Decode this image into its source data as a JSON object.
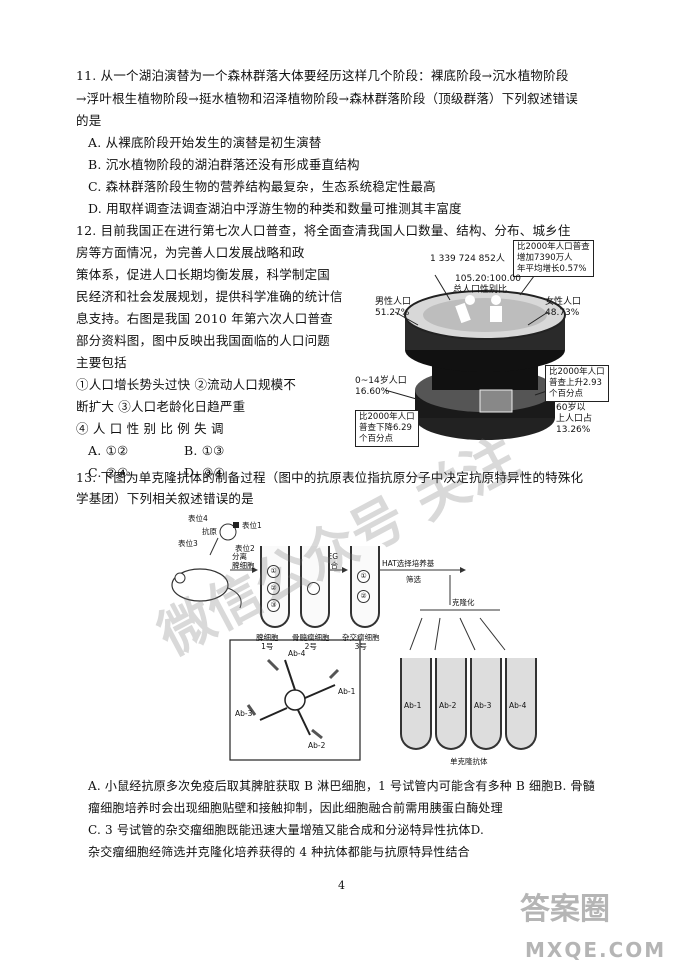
{
  "q11": {
    "line1": "11. 从一个湖泊演替为一个森林群落大体要经历这样几个阶段：裸底阶段→沉水植物阶段",
    "line2": "→浮叶根生植物阶段→挺水植物和沼泽植物阶段→森林群落阶段（顶级群落）下列叙述错误",
    "line3": "的是",
    "optA": "A. 从裸底阶段开始发生的演替是初生演替",
    "optB": "B. 沉水植物阶段的湖泊群落还没有形成垂直结构",
    "optC": "C. 森林群落阶段生物的营养结构最复杂，生态系统稳定性最高",
    "optD": "D. 用取样调查法调查湖泊中浮游生物的种类和数量可推测其丰富度"
  },
  "q12": {
    "line1": "12. 目前我国正在进行第七次人口普查，将全面查清我国人口数量、结构、分布、城乡住",
    "line2": "房等方面情况，为完善人口发展战略和政",
    "line3": "策体系，促进人口长期均衡发展，科学制定国",
    "line4": "民经济和社会发展规划，提供科学准确的统计信",
    "line5": "息支持。右图是我国 2010 年第六次人口普查",
    "line6": "部分资料图，图中反映出我国面临的人口问题",
    "line7": "主要包括",
    "item1": "①人口增长势头过快   ②流动人口规模不",
    "item2": "断扩大 ③人口老龄化日趋严重",
    "item3": "④ 人 口 性 别 比 例 失 调",
    "optA": "A. ①②",
    "optB": "B. ①③",
    "optC": "C. ②④",
    "optD": "D. ③④",
    "figure": {
      "total": "1 339 724 852人",
      "increase_box": "比2000年人口普查\n增加7390万人\n年平均增长0.57%",
      "sex_ratio": "105.20:100.00",
      "sex_ratio_label": "总人口性别比",
      "male": "男性人口\n51.27%",
      "female": "女性人口\n48.73%",
      "youth": "0~14岁人口\n16.60%",
      "youth_box": "比2000年人口\n普查下降6.29\n个百分点",
      "elder_box": "比2000年人口\n普查上升2.93\n个百分点",
      "elder": "60岁以\n上人口占\n13.26%"
    }
  },
  "q13": {
    "line1": "13. 下图为单克隆抗体的制备过程（图中的抗原表位指抗原分子中决定抗原特异性的特殊化",
    "line2": "学基团）下列相关叙述错误的是",
    "figure": {
      "epitope4": "表位4",
      "epitope1": "表位1",
      "epitope2": "表位2",
      "epitope3": "表位3",
      "antigen": "抗原",
      "separate": "分离\n脾细胞",
      "peg": "PEG\n融合",
      "hat": "HAT选择培养基",
      "screen": "筛选",
      "cloning": "克隆化",
      "tube1": "脾细胞\n1号",
      "tube2": "骨髓瘤细胞\n2号",
      "tube3": "杂交瘤细胞\n3号",
      "ab1": "Ab-1",
      "ab2": "Ab-2",
      "ab3": "Ab-3",
      "ab4": "Ab-4",
      "mab": "单克隆抗体"
    },
    "optA": "A. 小鼠经抗原多次免疫后取其脾脏获取 B 淋巴细胞，1 号试管内可能含有多种 B 细胞B. 骨髓",
    "optA2": "瘤细胞培养时会出现细胞贴壁和接触抑制，因此细胞融合前需用胰蛋白酶处理",
    "optC": "C. 3  号试管的杂交瘤细胞既能迅速大量增殖又能合成和分泌特异性抗体D.",
    "optD": "杂交瘤细胞经筛选并克隆化培养获得的  4  种抗体都能与抗原特异性结合"
  },
  "page_number": "4",
  "watermark": "微信公众号 关注",
  "brand_logo": "答案圈",
  "brand_url": "MXQE.COM"
}
